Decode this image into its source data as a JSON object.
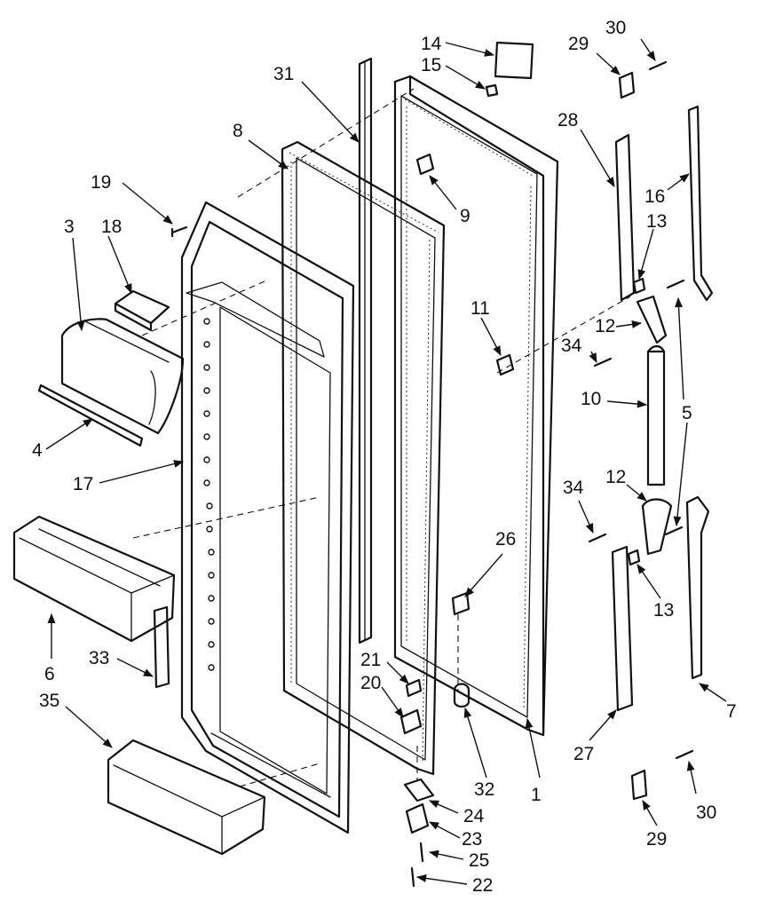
{
  "diagram": {
    "callouts": [
      "1",
      "3",
      "4",
      "5",
      "6",
      "7",
      "8",
      "9",
      "10",
      "11",
      "12",
      "12",
      "13",
      "13",
      "14",
      "15",
      "16",
      "17",
      "18",
      "19",
      "20",
      "21",
      "22",
      "23",
      "24",
      "25",
      "26",
      "27",
      "28",
      "29",
      "29",
      "30",
      "30",
      "31",
      "32",
      "33",
      "34",
      "34",
      "35"
    ]
  },
  "colors": {
    "ink": "#111111",
    "paper": "#ffffff"
  }
}
